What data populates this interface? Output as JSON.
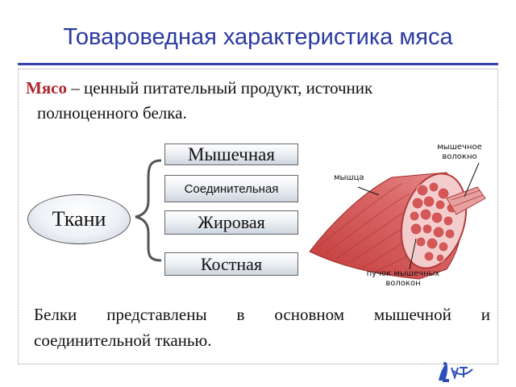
{
  "slide": {
    "title": "Товароведная характеристика мяса",
    "intro": {
      "term": "Мясо",
      "rest_line1": " – ценный питательный продукт, источник",
      "line2": "полноценного белка."
    },
    "tissues": {
      "center_label": "Ткани",
      "items": [
        "Мышечная",
        "Соединительная",
        "Жировая",
        "Костная"
      ]
    },
    "diagram_labels": {
      "fiber": [
        "мышечное",
        "волокно"
      ],
      "muscle": "мышца",
      "bundle": [
        "пучок мышечных",
        "волокон"
      ]
    },
    "summary": {
      "line1": "Белки представлены в основном мышечной и",
      "line2": "соединительной тканью."
    },
    "colors": {
      "title": "#2b3aa0",
      "term": "#b0262f",
      "rule": "#3344aa"
    },
    "logo_icon": "university-logo-icon"
  }
}
